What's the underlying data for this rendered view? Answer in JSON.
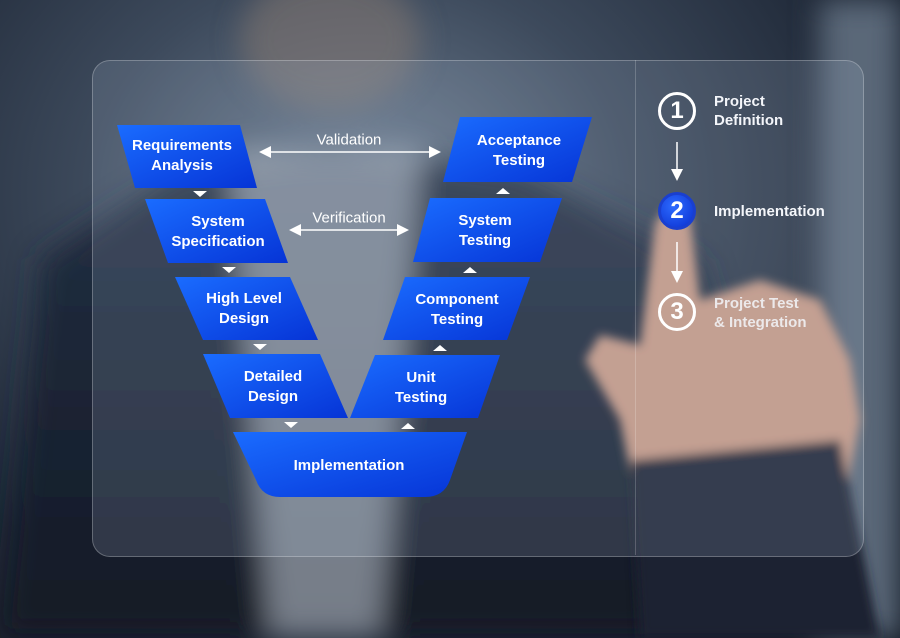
{
  "v_model": {
    "left": [
      {
        "label": "Requirements\nAnalysis"
      },
      {
        "label": "System\nSpecification"
      },
      {
        "label": "High Level\nDesign"
      },
      {
        "label": "Detailed\nDesign"
      }
    ],
    "bottom": {
      "label": "Implementation"
    },
    "right": [
      {
        "label": "Unit\nTesting"
      },
      {
        "label": "Component\nTesting"
      },
      {
        "label": "System\nTesting"
      },
      {
        "label": "Acceptance\nTesting"
      }
    ],
    "validation_label": "Validation",
    "verification_label": "Verification",
    "box_color": "#0a4cf0"
  },
  "steps": [
    {
      "number": "1",
      "label": "Project\nDefinition",
      "active": false
    },
    {
      "number": "2",
      "label": "Implementation",
      "active": true
    },
    {
      "number": "3",
      "label": "Project Test\n& Integration",
      "active": false
    }
  ]
}
